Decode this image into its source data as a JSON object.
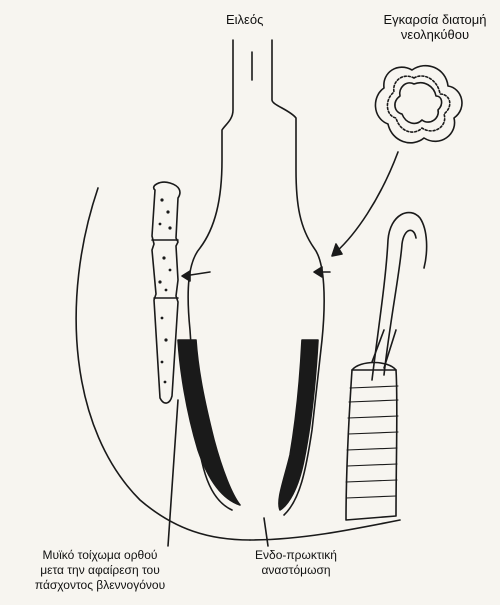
{
  "labels": {
    "ileum": "Ειλεός",
    "cross_section_line1": "Εγκαρσία διατομή",
    "cross_section_line2": "νεοληκύθου",
    "muscle_wall_line1": "Μυϊκό τοίχωμα ορθού",
    "muscle_wall_line2": "μετα την αφαίρεση του",
    "muscle_wall_line3": "πάσχοντος βλεννογόνου",
    "anastomosis_line1": "Ενδο-πρωκτική",
    "anastomosis_line2": "αναστόμωση"
  },
  "colors": {
    "ink": "#1a1a1a",
    "paper": "#f7f5f0",
    "wall_fill": "#1a1a1a"
  }
}
